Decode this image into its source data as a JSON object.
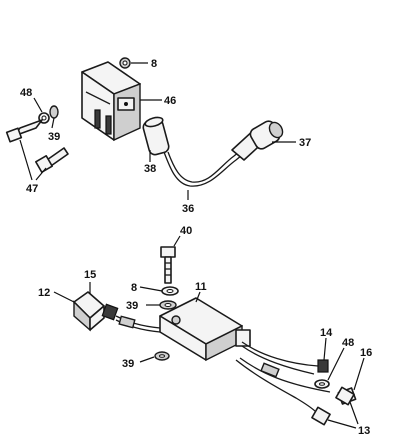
{
  "callouts": {
    "c8_top": "8",
    "c46": "46",
    "c48_left": "48",
    "c39_top": "39",
    "c47": "47",
    "c38": "38",
    "c37": "37",
    "c36": "36",
    "c40": "40",
    "c15": "15",
    "c12": "12",
    "c8_mid": "8",
    "c11": "11",
    "c39_mid": "39",
    "c39_bottom": "39",
    "c14": "14",
    "c48_right": "48",
    "c16": "16",
    "c13": "13"
  }
}
